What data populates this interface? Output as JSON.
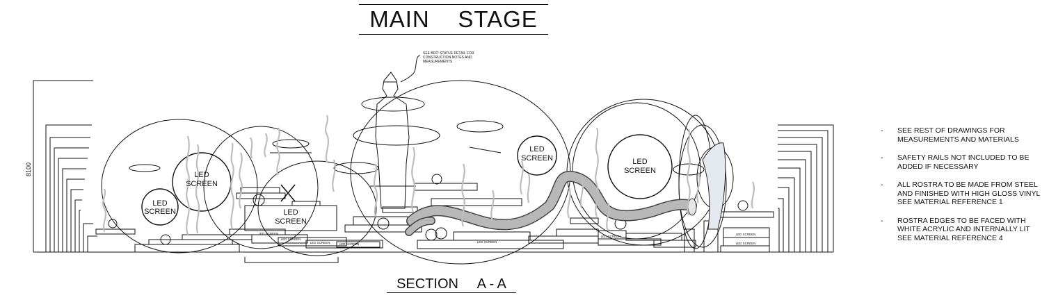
{
  "header": {
    "title": "MAIN    STAGE"
  },
  "section": {
    "title": "SECTION     A - A"
  },
  "annotation": {
    "statue_note": [
      "SEE BRIT STATUE DETAIL FOR",
      "CONSTRUCTION NOTES AND",
      "MEASUREMENTS"
    ]
  },
  "dimensions": {
    "height_label": "8100"
  },
  "screens": {
    "large_label": [
      "LED",
      "SCREEN"
    ],
    "strip_label": "LED SCREEN"
  },
  "notes": [
    "SEE REST OF DRAWINGS FOR MEASUREMENTS AND MATERIALS",
    "SAFETY RAILS NOT INCLUDED TO BE ADDED IF NECESSARY",
    "ALL ROSTRA TO BE MADE FROM STEEL AND FINISHED WITH HIGH GLOSS VINYL   SEE MATERIAL REFERENCE 1",
    "ROSTRA EDGES TO BE FACED WITH WHITE ACRYLIC AND INTERNALLY LIT SEE MATERIAL REFERENCE 4"
  ],
  "colors": {
    "line": "#111111",
    "wave": "#bdbdbd",
    "tube": "#8a8a8a"
  }
}
